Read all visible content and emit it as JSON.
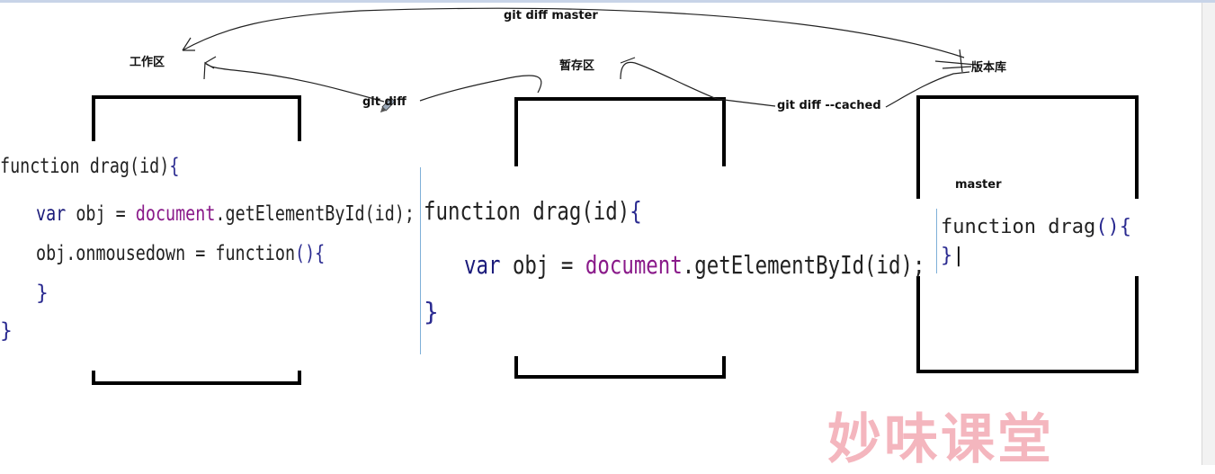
{
  "labels": {
    "diff_master": "git diff master",
    "working_area": "工作区",
    "staging_area": "暂存区",
    "repository": "版本库",
    "git_diff": "git diff",
    "git_diff_cached": "git diff --cached",
    "master": "master"
  },
  "code_working": {
    "l1_kw": "function",
    "l1_name": " drag(id)",
    "l1_brace": "{",
    "l2_kw": "var",
    "l2_rest": " obj = ",
    "l2_obj": "document",
    "l2_call": ".getElementById(id);",
    "l3_text": "obj.onmousedown = ",
    "l3_fn": "function",
    "l3_paren": "(){",
    "l4": "}",
    "l5": "}"
  },
  "code_staging": {
    "l1_kw": "function",
    "l1_name": " drag(id)",
    "l1_brace": "{",
    "l2_kw": "var",
    "l2_rest": " obj = ",
    "l2_obj": "document",
    "l2_call": ".getElementById(id);",
    "l3": "}"
  },
  "code_repo": {
    "l1_kw": "function",
    "l1_name": " drag",
    "l1_paren": "(){",
    "l2": "}"
  },
  "watermark": "妙味课堂",
  "colors": {
    "keyword": "#1a1a7a",
    "object": "#8a1a8a",
    "watermark": "#f4b6be"
  }
}
